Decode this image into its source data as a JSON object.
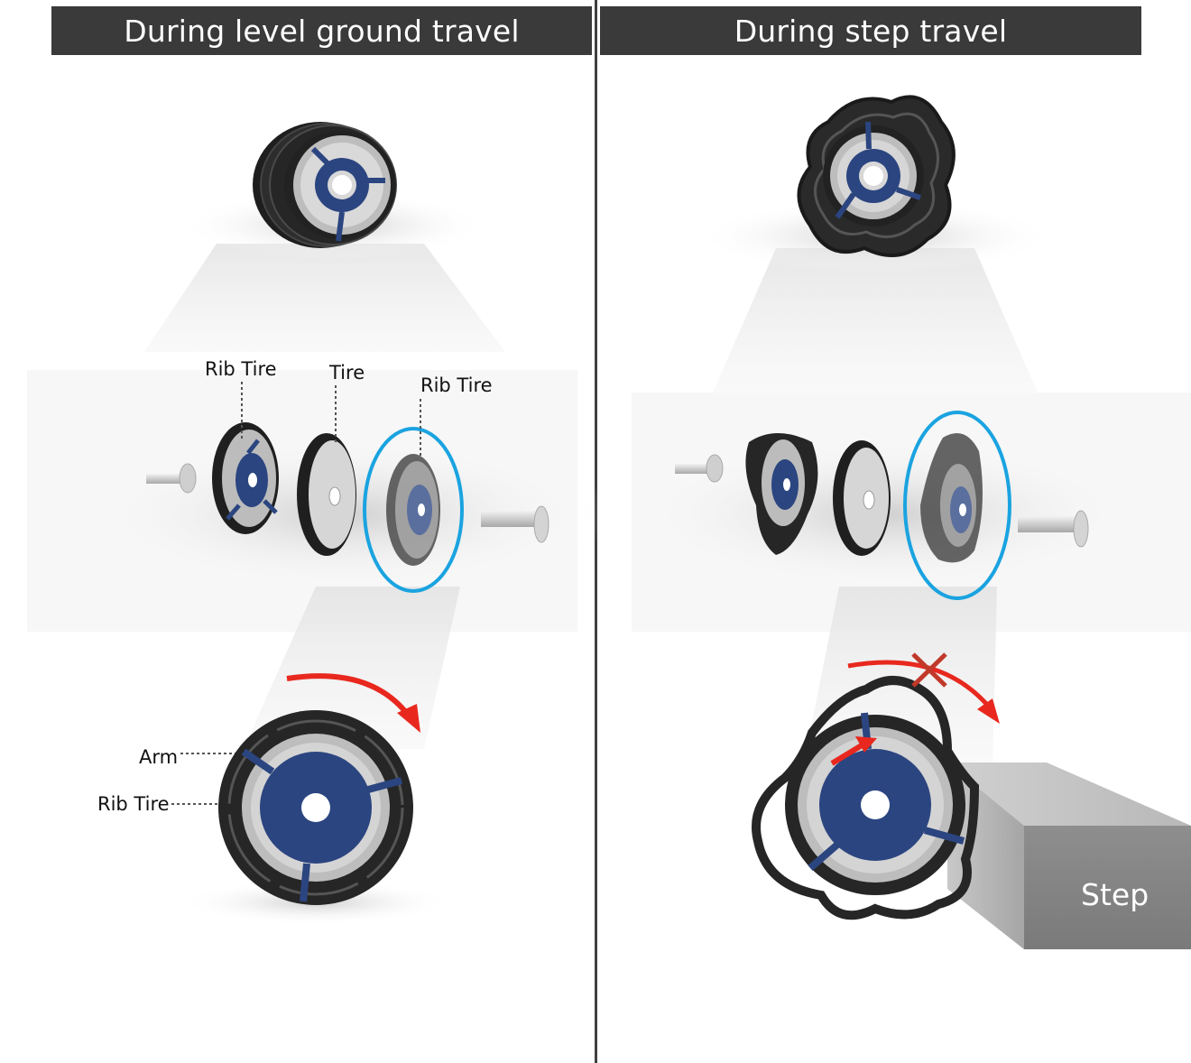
{
  "headers": {
    "left": "During level ground travel",
    "right": "During step travel"
  },
  "labels": {
    "rib_tire_1": "Rib Tire",
    "tire": "Tire",
    "rib_tire_2": "Rib Tire",
    "arm": "Arm",
    "rib_tire_3": "Rib Tire",
    "step": "Step"
  },
  "colors": {
    "header_bg": "#3a3a3a",
    "hub_blue": "#2b4580",
    "tire_black": "#2a2a2a",
    "highlight_cyan": "#1aa3e0",
    "arrow_red": "#e8281e",
    "cross_red": "#c0392b",
    "step_gray": "#8a8a8a"
  },
  "icons": [
    "rotation-arrow-icon",
    "blocked-cross-icon"
  ]
}
